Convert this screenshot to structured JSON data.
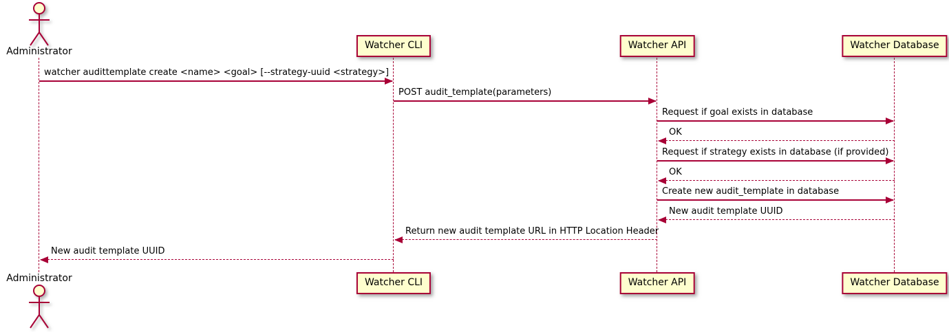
{
  "diagram": {
    "kind": "uml-sequence-diagram",
    "colors": {
      "line": "#A80036",
      "fill": "#FEFECE",
      "text": "#000000",
      "background": "#FFFFFF"
    },
    "lifelines": [
      {
        "name": "Administrator",
        "type": "actor"
      },
      {
        "name": "Watcher CLI",
        "type": "participant"
      },
      {
        "name": "Watcher API",
        "type": "participant"
      },
      {
        "name": "Watcher Database",
        "type": "participant"
      }
    ],
    "messages": [
      {
        "from": "Administrator",
        "to": "Watcher CLI",
        "line": "solid",
        "label": "watcher audittemplate create <name> <goal> [--strategy-uuid <strategy>]"
      },
      {
        "from": "Watcher CLI",
        "to": "Watcher API",
        "line": "solid",
        "label": "POST audit_template(parameters)"
      },
      {
        "from": "Watcher API",
        "to": "Watcher Database",
        "line": "solid",
        "label": "Request if goal exists in database"
      },
      {
        "from": "Watcher Database",
        "to": "Watcher API",
        "line": "dashed",
        "label": "OK"
      },
      {
        "from": "Watcher API",
        "to": "Watcher Database",
        "line": "solid",
        "label": "Request if strategy exists in database (if provided)"
      },
      {
        "from": "Watcher Database",
        "to": "Watcher API",
        "line": "dashed",
        "label": "OK"
      },
      {
        "from": "Watcher API",
        "to": "Watcher Database",
        "line": "solid",
        "label": "Create new audit_template in database"
      },
      {
        "from": "Watcher Database",
        "to": "Watcher API",
        "line": "dashed",
        "label": "New audit template UUID"
      },
      {
        "from": "Watcher API",
        "to": "Watcher CLI",
        "line": "dashed",
        "label": "Return new audit template URL in HTTP Location Header"
      },
      {
        "from": "Watcher CLI",
        "to": "Administrator",
        "line": "dashed",
        "label": "New audit template UUID"
      }
    ]
  }
}
